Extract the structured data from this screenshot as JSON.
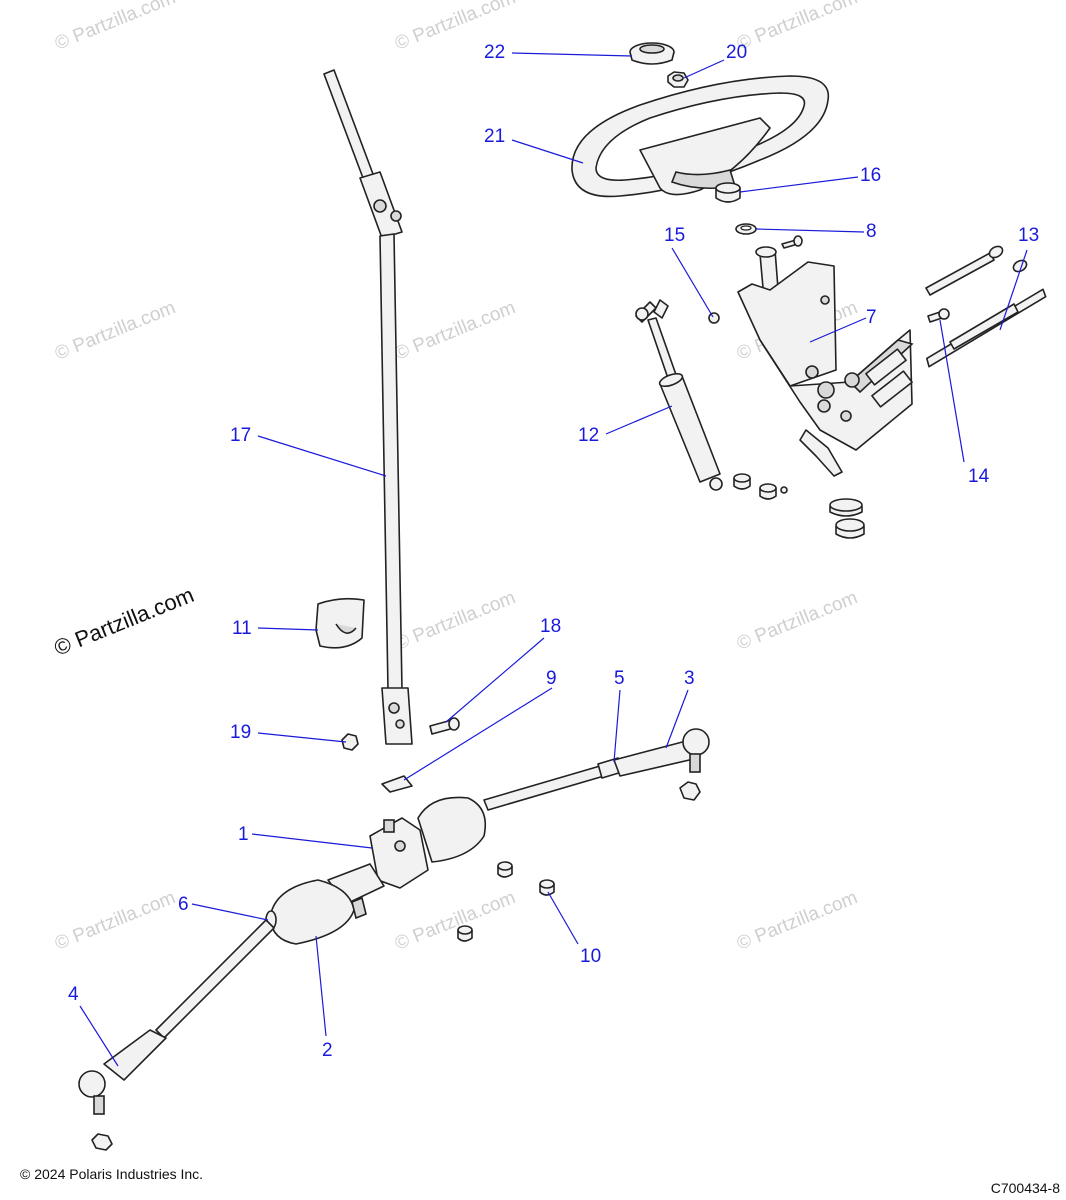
{
  "watermark": "© Partzilla.com",
  "brand_mark": "© Partzilla.com",
  "callouts": [
    {
      "id": "1",
      "label": "1"
    },
    {
      "id": "2",
      "label": "2"
    },
    {
      "id": "3",
      "label": "3"
    },
    {
      "id": "4",
      "label": "4"
    },
    {
      "id": "5",
      "label": "5"
    },
    {
      "id": "6",
      "label": "6"
    },
    {
      "id": "7",
      "label": "7"
    },
    {
      "id": "8",
      "label": "8"
    },
    {
      "id": "9",
      "label": "9"
    },
    {
      "id": "10",
      "label": "10"
    },
    {
      "id": "11",
      "label": "11"
    },
    {
      "id": "12",
      "label": "12"
    },
    {
      "id": "13",
      "label": "13"
    },
    {
      "id": "14",
      "label": "14"
    },
    {
      "id": "15",
      "label": "15"
    },
    {
      "id": "16",
      "label": "16"
    },
    {
      "id": "17",
      "label": "17"
    },
    {
      "id": "18",
      "label": "18"
    },
    {
      "id": "19",
      "label": "19"
    },
    {
      "id": "20",
      "label": "20"
    },
    {
      "id": "21",
      "label": "21"
    },
    {
      "id": "22",
      "label": "22"
    }
  ],
  "footer": {
    "copyright": "© 2024 Polaris Industries Inc.",
    "figure_code": "C700434-8"
  }
}
